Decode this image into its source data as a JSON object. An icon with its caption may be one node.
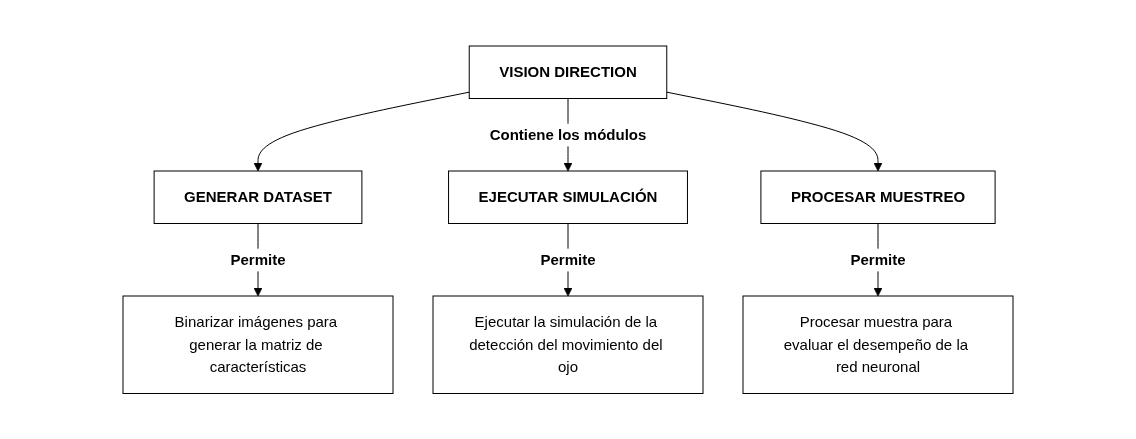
{
  "diagram": {
    "nodes": [
      {
        "text": [
          "VISION DIRECTION"
        ]
      },
      {
        "text": [
          "GENERAR DATASET"
        ]
      },
      {
        "text": [
          "EJECUTAR SIMULACIÓN"
        ]
      },
      {
        "text": [
          "PROCESAR MUESTREO"
        ]
      },
      {
        "text": [
          "Binarizar imágenes para generar la matriz de características"
        ]
      },
      {
        "text": [
          "Ejecutar la simulación de la detección del movimiento del ojo"
        ]
      },
      {
        "text": [
          "Procesar muestra para evaluar el desempeño de la red neuronal"
        ]
      }
    ],
    "edges": [
      {
        "from": 0,
        "to": 1,
        "arrow": "to"
      },
      {
        "from": 0,
        "to": 2,
        "arrow": "to",
        "label": "Contiene los módulos"
      },
      {
        "from": 0,
        "to": 3,
        "arrow": "to"
      },
      {
        "from": 1,
        "to": 4,
        "arrow": "to",
        "label": "Permite"
      },
      {
        "from": 2,
        "to": 5,
        "arrow": "to",
        "label": "Permite"
      },
      {
        "from": 3,
        "to": 6,
        "arrow": "to",
        "label": "Permite"
      }
    ]
  }
}
